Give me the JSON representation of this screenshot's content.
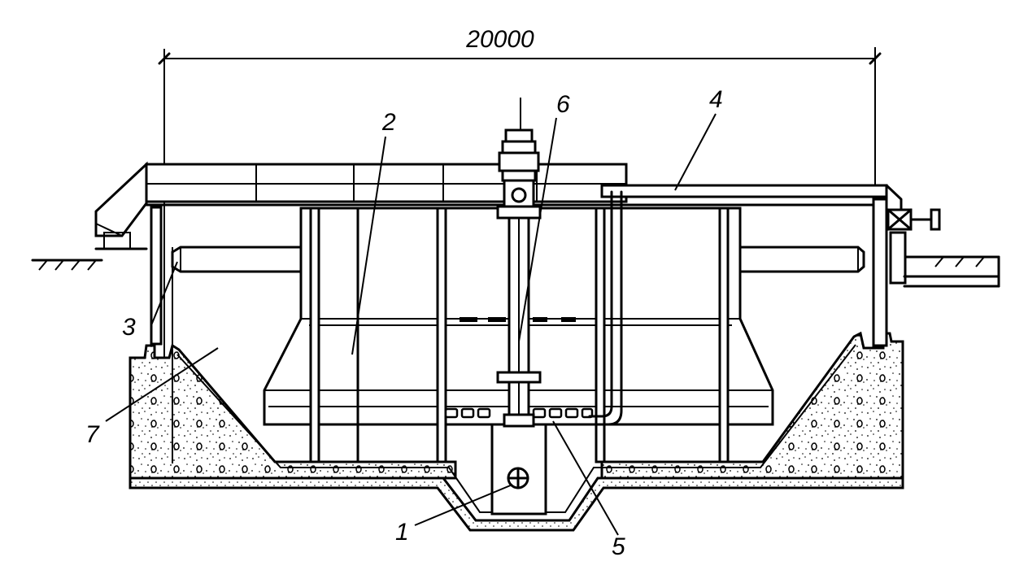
{
  "dimension": {
    "text": "20000"
  },
  "callouts": [
    {
      "id": "1",
      "text": "1"
    },
    {
      "id": "2",
      "text": "2"
    },
    {
      "id": "3",
      "text": "3"
    },
    {
      "id": "4",
      "text": "4"
    },
    {
      "id": "5",
      "text": "5"
    },
    {
      "id": "6",
      "text": "6"
    },
    {
      "id": "7",
      "text": "7"
    }
  ]
}
